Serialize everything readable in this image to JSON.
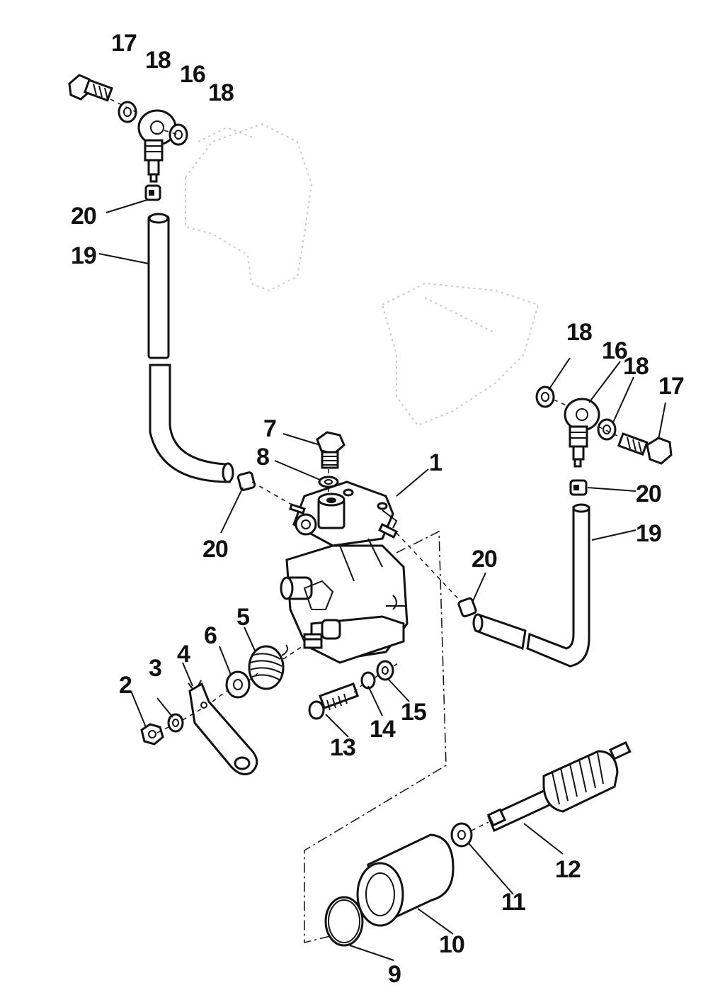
{
  "diagram": {
    "callouts": [
      "1",
      "2",
      "3",
      "4",
      "5",
      "6",
      "7",
      "8",
      "9",
      "10",
      "11",
      "12",
      "13",
      "14",
      "15",
      "16",
      "17",
      "18",
      "19",
      "20"
    ],
    "callout_labels": [
      {
        "id": "c17a",
        "text": "17"
      },
      {
        "id": "c18a",
        "text": "18"
      },
      {
        "id": "c16a",
        "text": "16"
      },
      {
        "id": "c18b",
        "text": "18"
      },
      {
        "id": "c20a",
        "text": "20"
      },
      {
        "id": "c19a",
        "text": "19"
      },
      {
        "id": "c18c",
        "text": "18"
      },
      {
        "id": "c16b",
        "text": "16"
      },
      {
        "id": "c18d",
        "text": "18"
      },
      {
        "id": "c17b",
        "text": "17"
      },
      {
        "id": "c7",
        "text": "7"
      },
      {
        "id": "c1",
        "text": "1"
      },
      {
        "id": "c8",
        "text": "8"
      },
      {
        "id": "c20b",
        "text": "20"
      },
      {
        "id": "c19b",
        "text": "19"
      },
      {
        "id": "c20c",
        "text": "20"
      },
      {
        "id": "c20d",
        "text": "20"
      },
      {
        "id": "c5",
        "text": "5"
      },
      {
        "id": "c6",
        "text": "6"
      },
      {
        "id": "c4",
        "text": "4"
      },
      {
        "id": "c3",
        "text": "3"
      },
      {
        "id": "c2",
        "text": "2"
      },
      {
        "id": "c13",
        "text": "13"
      },
      {
        "id": "c14",
        "text": "14"
      },
      {
        "id": "c15",
        "text": "15"
      },
      {
        "id": "c12",
        "text": "12"
      },
      {
        "id": "c11",
        "text": "11"
      },
      {
        "id": "c10",
        "text": "10"
      },
      {
        "id": "c9",
        "text": "9"
      }
    ]
  },
  "colors": {
    "ink": "#111111",
    "background": "#ffffff",
    "ghost_outline": "#c9c9c9"
  }
}
